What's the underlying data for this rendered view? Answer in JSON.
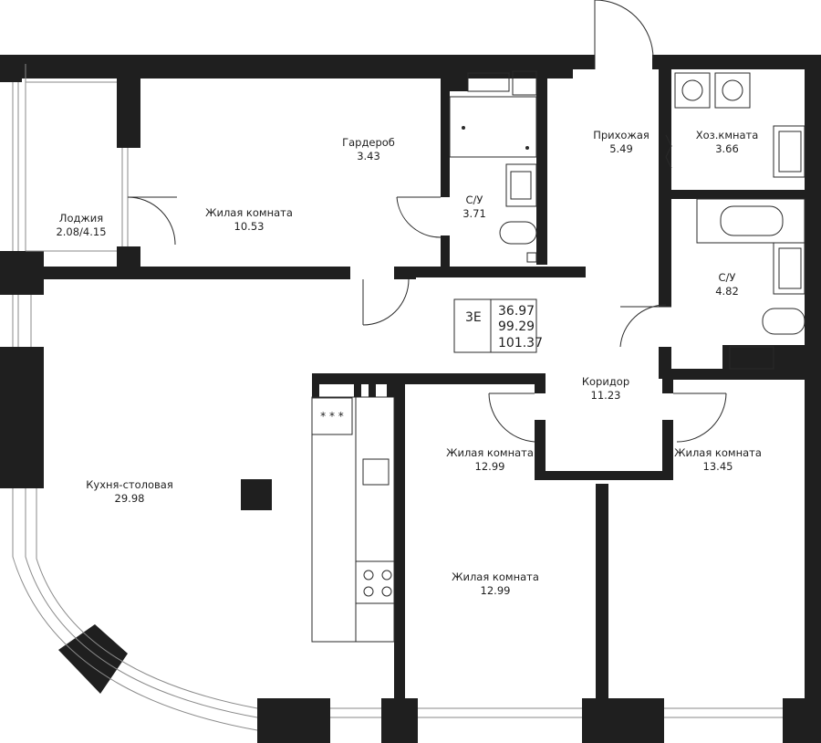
{
  "rooms": {
    "loggia": {
      "name": "Лоджия",
      "area": "2.08/4.15"
    },
    "living_1": {
      "name": "Жилая комната",
      "area": "10.53"
    },
    "wardrobe": {
      "name": "Гардероб",
      "area": "3.43"
    },
    "bath_1": {
      "name": "С/У",
      "area": "3.71"
    },
    "hall": {
      "name": "Прихожая",
      "area": "5.49"
    },
    "utility": {
      "name": "Хоз.кмната",
      "area": "3.66"
    },
    "bath_2": {
      "name": "С/У",
      "area": "4.82"
    },
    "corridor": {
      "name": "Коридор",
      "area": "11.23"
    },
    "kitchen": {
      "name": "Кухня-столовая",
      "area": "29.98"
    },
    "living_2": {
      "name": "Жилая комната",
      "area": "12.99"
    },
    "living_3": {
      "name": "Жилая комната",
      "area": "12.99"
    },
    "living_4": {
      "name": "Жилая комната",
      "area": "13.45"
    }
  },
  "summary": {
    "type": "3E",
    "living_area": "36.97",
    "total_area": "99.29",
    "total_with_loggia": "101.37"
  },
  "colors": {
    "wall": "#1f1f1f",
    "window": "#8a8a8a",
    "background": "#ffffff"
  }
}
